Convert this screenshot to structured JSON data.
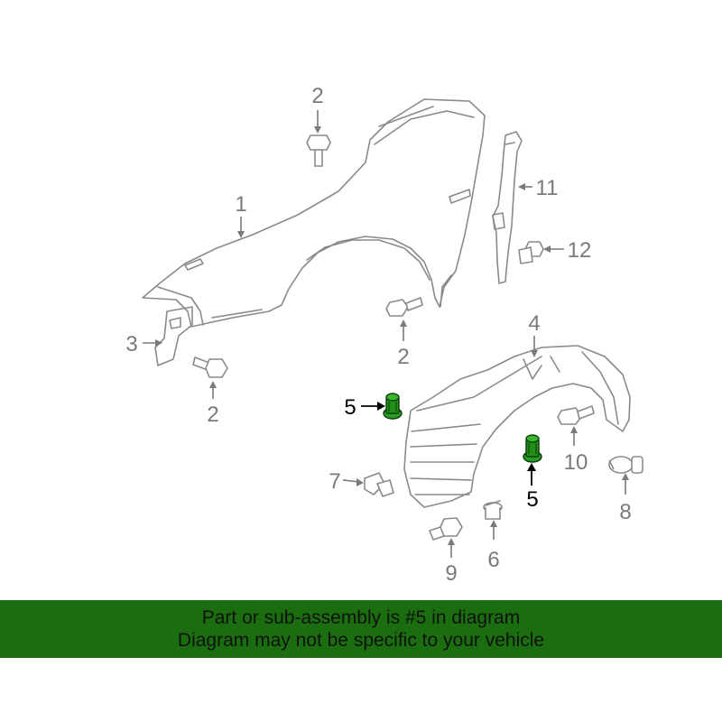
{
  "diagram": {
    "callouts": {
      "c1": "1",
      "c2_top": "2",
      "c2_mid": "2",
      "c2_left": "2",
      "c3": "3",
      "c4": "4",
      "c5_left": "5",
      "c5_right": "5",
      "c6": "6",
      "c7": "7",
      "c8": "8",
      "c9": "9",
      "c10": "10",
      "c11": "11",
      "c12": "12"
    },
    "highlight_part": "5",
    "highlight_color": "#1f8a1f"
  },
  "banner": {
    "line1": "Part or sub-assembly is #5 in diagram",
    "line2": "Diagram may not be specific to your vehicle",
    "background": "#1b6e0f"
  }
}
